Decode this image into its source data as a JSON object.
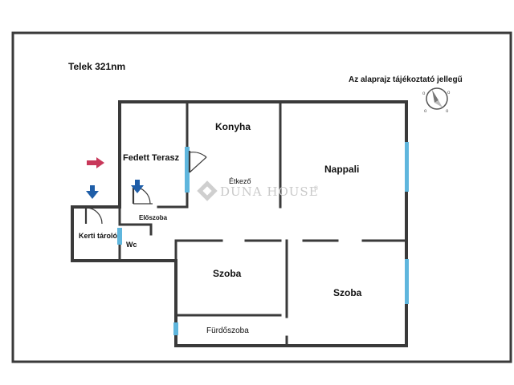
{
  "plot_label": "Telek 321nm",
  "disclaimer": "Az alaprajz tájékoztató jellegű",
  "watermark": "DUNA HOUSE",
  "watermark_mark": "®",
  "rooms": {
    "konyha": "Konyha",
    "fedett_terasz": "Fedett Terasz",
    "etkezo": "Étkező",
    "nappali": "Nappali",
    "eloszoba": "Előszoba",
    "kerti_tarolo": "Kerti tároló",
    "wc": "Wc",
    "szoba_left": "Szoba",
    "szoba_right": "Szoba",
    "furdoszoba": "Fürdőszoba"
  },
  "colors": {
    "wall": "#3a3a3a",
    "window": "#5fb6dd",
    "entry_arrow": "#1f5ea8",
    "garden_arrow": "#c8385a"
  },
  "icons": [
    "compass-icon",
    "entrance-arrow-icon",
    "garden-arrow-icon",
    "door-swing-icon"
  ]
}
